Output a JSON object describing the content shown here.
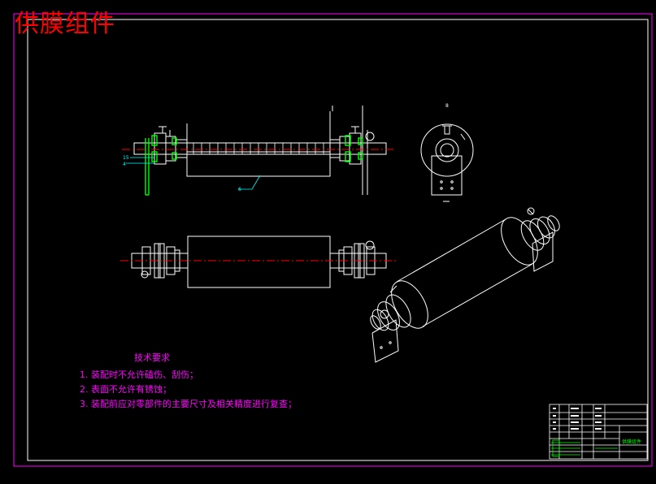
{
  "drawing": {
    "title": "供膜组件",
    "tech_requirements": {
      "heading": "技术要求",
      "items": [
        "1. 装配时不允许磕伤、刮伤；",
        "2. 表面不允许有锈蚀；",
        "3. 装配前应对零部件的主要尺寸及相关精度进行复查；"
      ]
    },
    "callouts": [
      "15",
      "4",
      "6",
      "8"
    ],
    "title_block": {
      "name": "供膜组件"
    },
    "colors": {
      "background": "#000000",
      "frame": "#ff00ff",
      "geometry": "#ffffff",
      "centerline": "#ff0000",
      "parts": "#00ff00",
      "text": "#ff00ff",
      "title": "#ff0000",
      "leader": "#00ffff"
    }
  }
}
